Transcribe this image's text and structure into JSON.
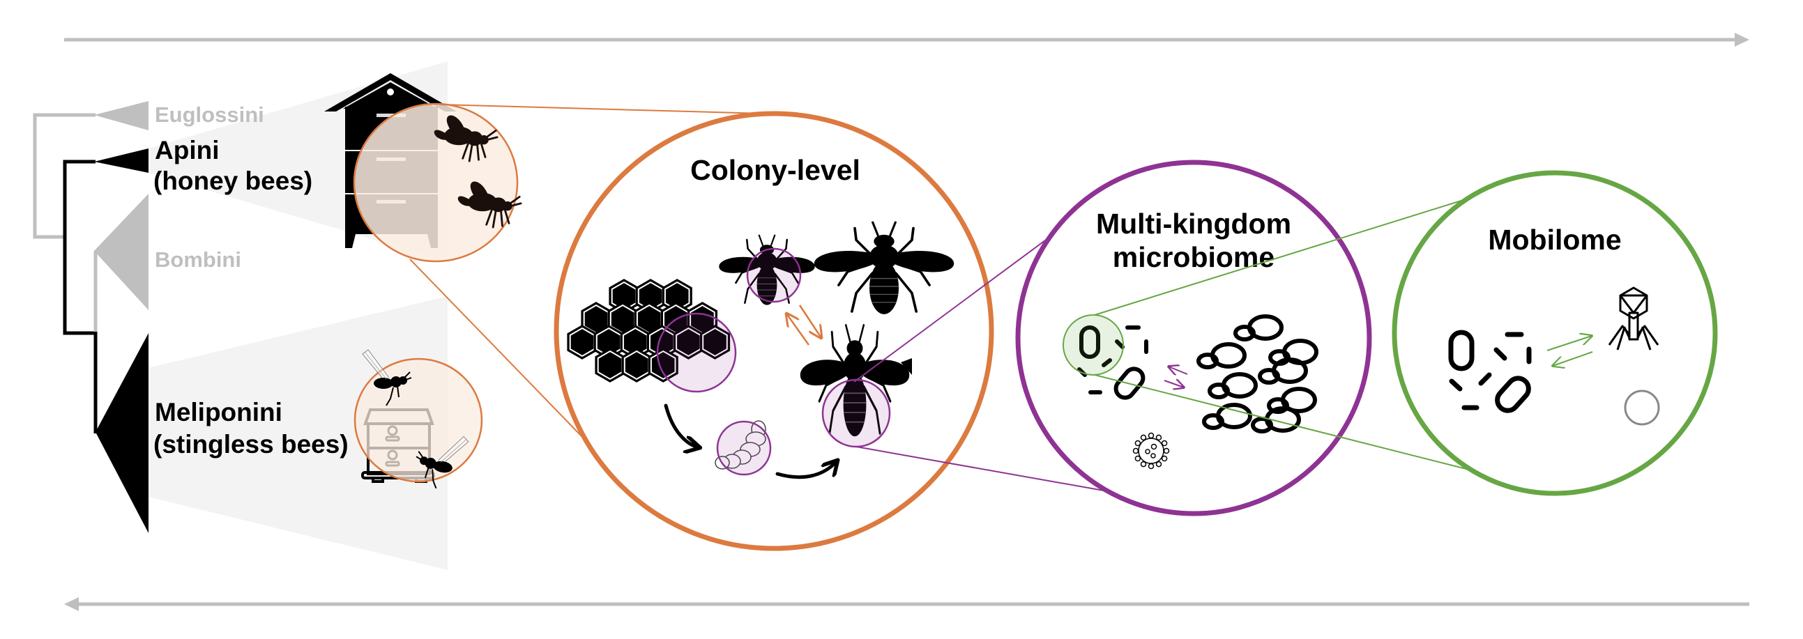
{
  "figure": {
    "phylogeny": {
      "clades": [
        {
          "name": "Euglossini",
          "highlighted": false
        },
        {
          "name": "Apini",
          "common_name": "(honey bees)",
          "highlighted": true
        },
        {
          "name": "Bombini",
          "highlighted": false
        },
        {
          "name": "Meliponini",
          "common_name": "(stingless bees)",
          "highlighted": true
        }
      ]
    },
    "panels": [
      {
        "title": "Colony-level",
        "color": "#dc7a3f"
      },
      {
        "title_line1": "Multi-kingdom",
        "title_line2": "microbiome",
        "color": "#8e3393"
      },
      {
        "title": "Mobilome",
        "color": "#66a644"
      }
    ],
    "icons": {
      "hive_apini": "beehive-icon",
      "hive_meliponini": "stingless-beehive-icon",
      "honeycomb": "honeycomb-icon",
      "worker": "worker-bee-icon",
      "drone": "drone-bee-icon",
      "queen": "queen-bee-icon",
      "larva": "larva-icon",
      "bacteria": "bacteria-icon",
      "yeast": "yeast-icon",
      "virus": "virus-icon",
      "phage": "bacteriophage-icon",
      "plasmid": "plasmid-icon"
    },
    "colors": {
      "gray": "#bfbfbf",
      "wedge": "#f3f3f3",
      "orange": "#dc7a3f",
      "purple": "#8e3393",
      "green": "#66a644",
      "orange_fill": "#fbece2",
      "purple_fill": "#f1e4f0",
      "green_fill": "#e8f2e2"
    }
  }
}
